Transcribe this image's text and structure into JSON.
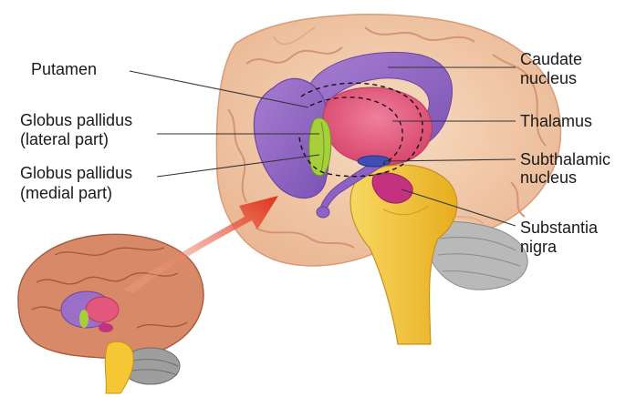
{
  "labels": {
    "putamen": "Putamen",
    "gp_lateral_1": "Globus pallidus",
    "gp_lateral_2": "(lateral part)",
    "gp_medial_1": "Globus pallidus",
    "gp_medial_2": "(medial part)",
    "caudate_1": "Caudate",
    "caudate_2": "nucleus",
    "thalamus": "Thalamus",
    "subthalamic_1": "Subthalamic",
    "subthalamic_2": "nucleus",
    "substantia_1": "Substantia",
    "substantia_2": "nigra"
  },
  "colors": {
    "cortex": "#f3ccab",
    "cortex_shadow": "#e4ab86",
    "caudate_putamen": "#9b6fc8",
    "caudate_dark": "#7a4fb0",
    "thalamus": "#e3577d",
    "globus_pallidus": "#a6cf3a",
    "subthalamic": "#3e4fb4",
    "substantia_nigra": "#c4317f",
    "brainstem": "#f5c735",
    "cerebellum": "#9e9e9e",
    "arrow": "#e03a22",
    "small_brain": "#d88a68"
  }
}
